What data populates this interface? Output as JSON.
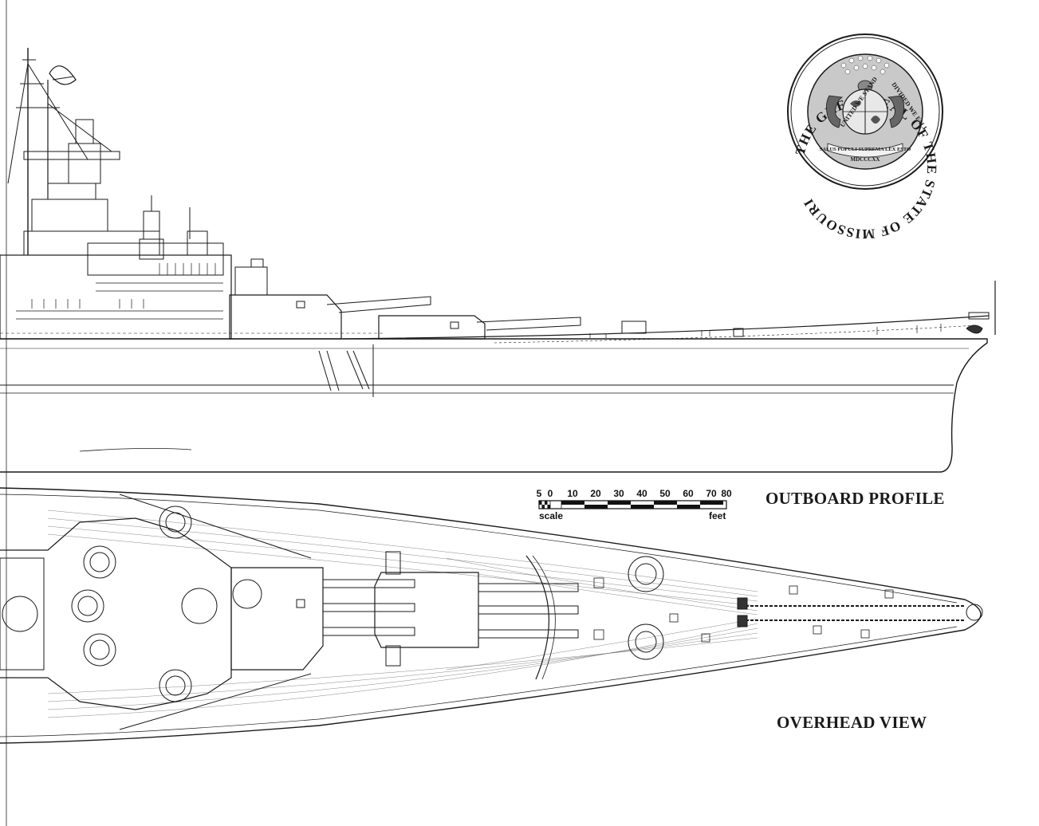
{
  "labels": {
    "outboard_profile": "OUTBOARD PROFILE",
    "overhead_view": "OVERHEAD VIEW"
  },
  "scale_bar": {
    "ticks": [
      "5",
      "0",
      "10",
      "20",
      "30",
      "40",
      "50",
      "60",
      "70",
      "80"
    ],
    "left_label": "scale",
    "right_label": "feet"
  },
  "seal": {
    "ring_text": "THE GREAT SEAL OF THE STATE OF MISSOURI",
    "motto": "SALUS POPULI SUPREMA LEX ESTO",
    "banner_left": "UNITED WE STAND",
    "banner_right": "DIVIDED WE FALL",
    "year": "MDCCCXX"
  },
  "colors": {
    "ink": "#1a1a1a",
    "paper": "#ffffff",
    "seal_fill": "#bdbdbd"
  }
}
